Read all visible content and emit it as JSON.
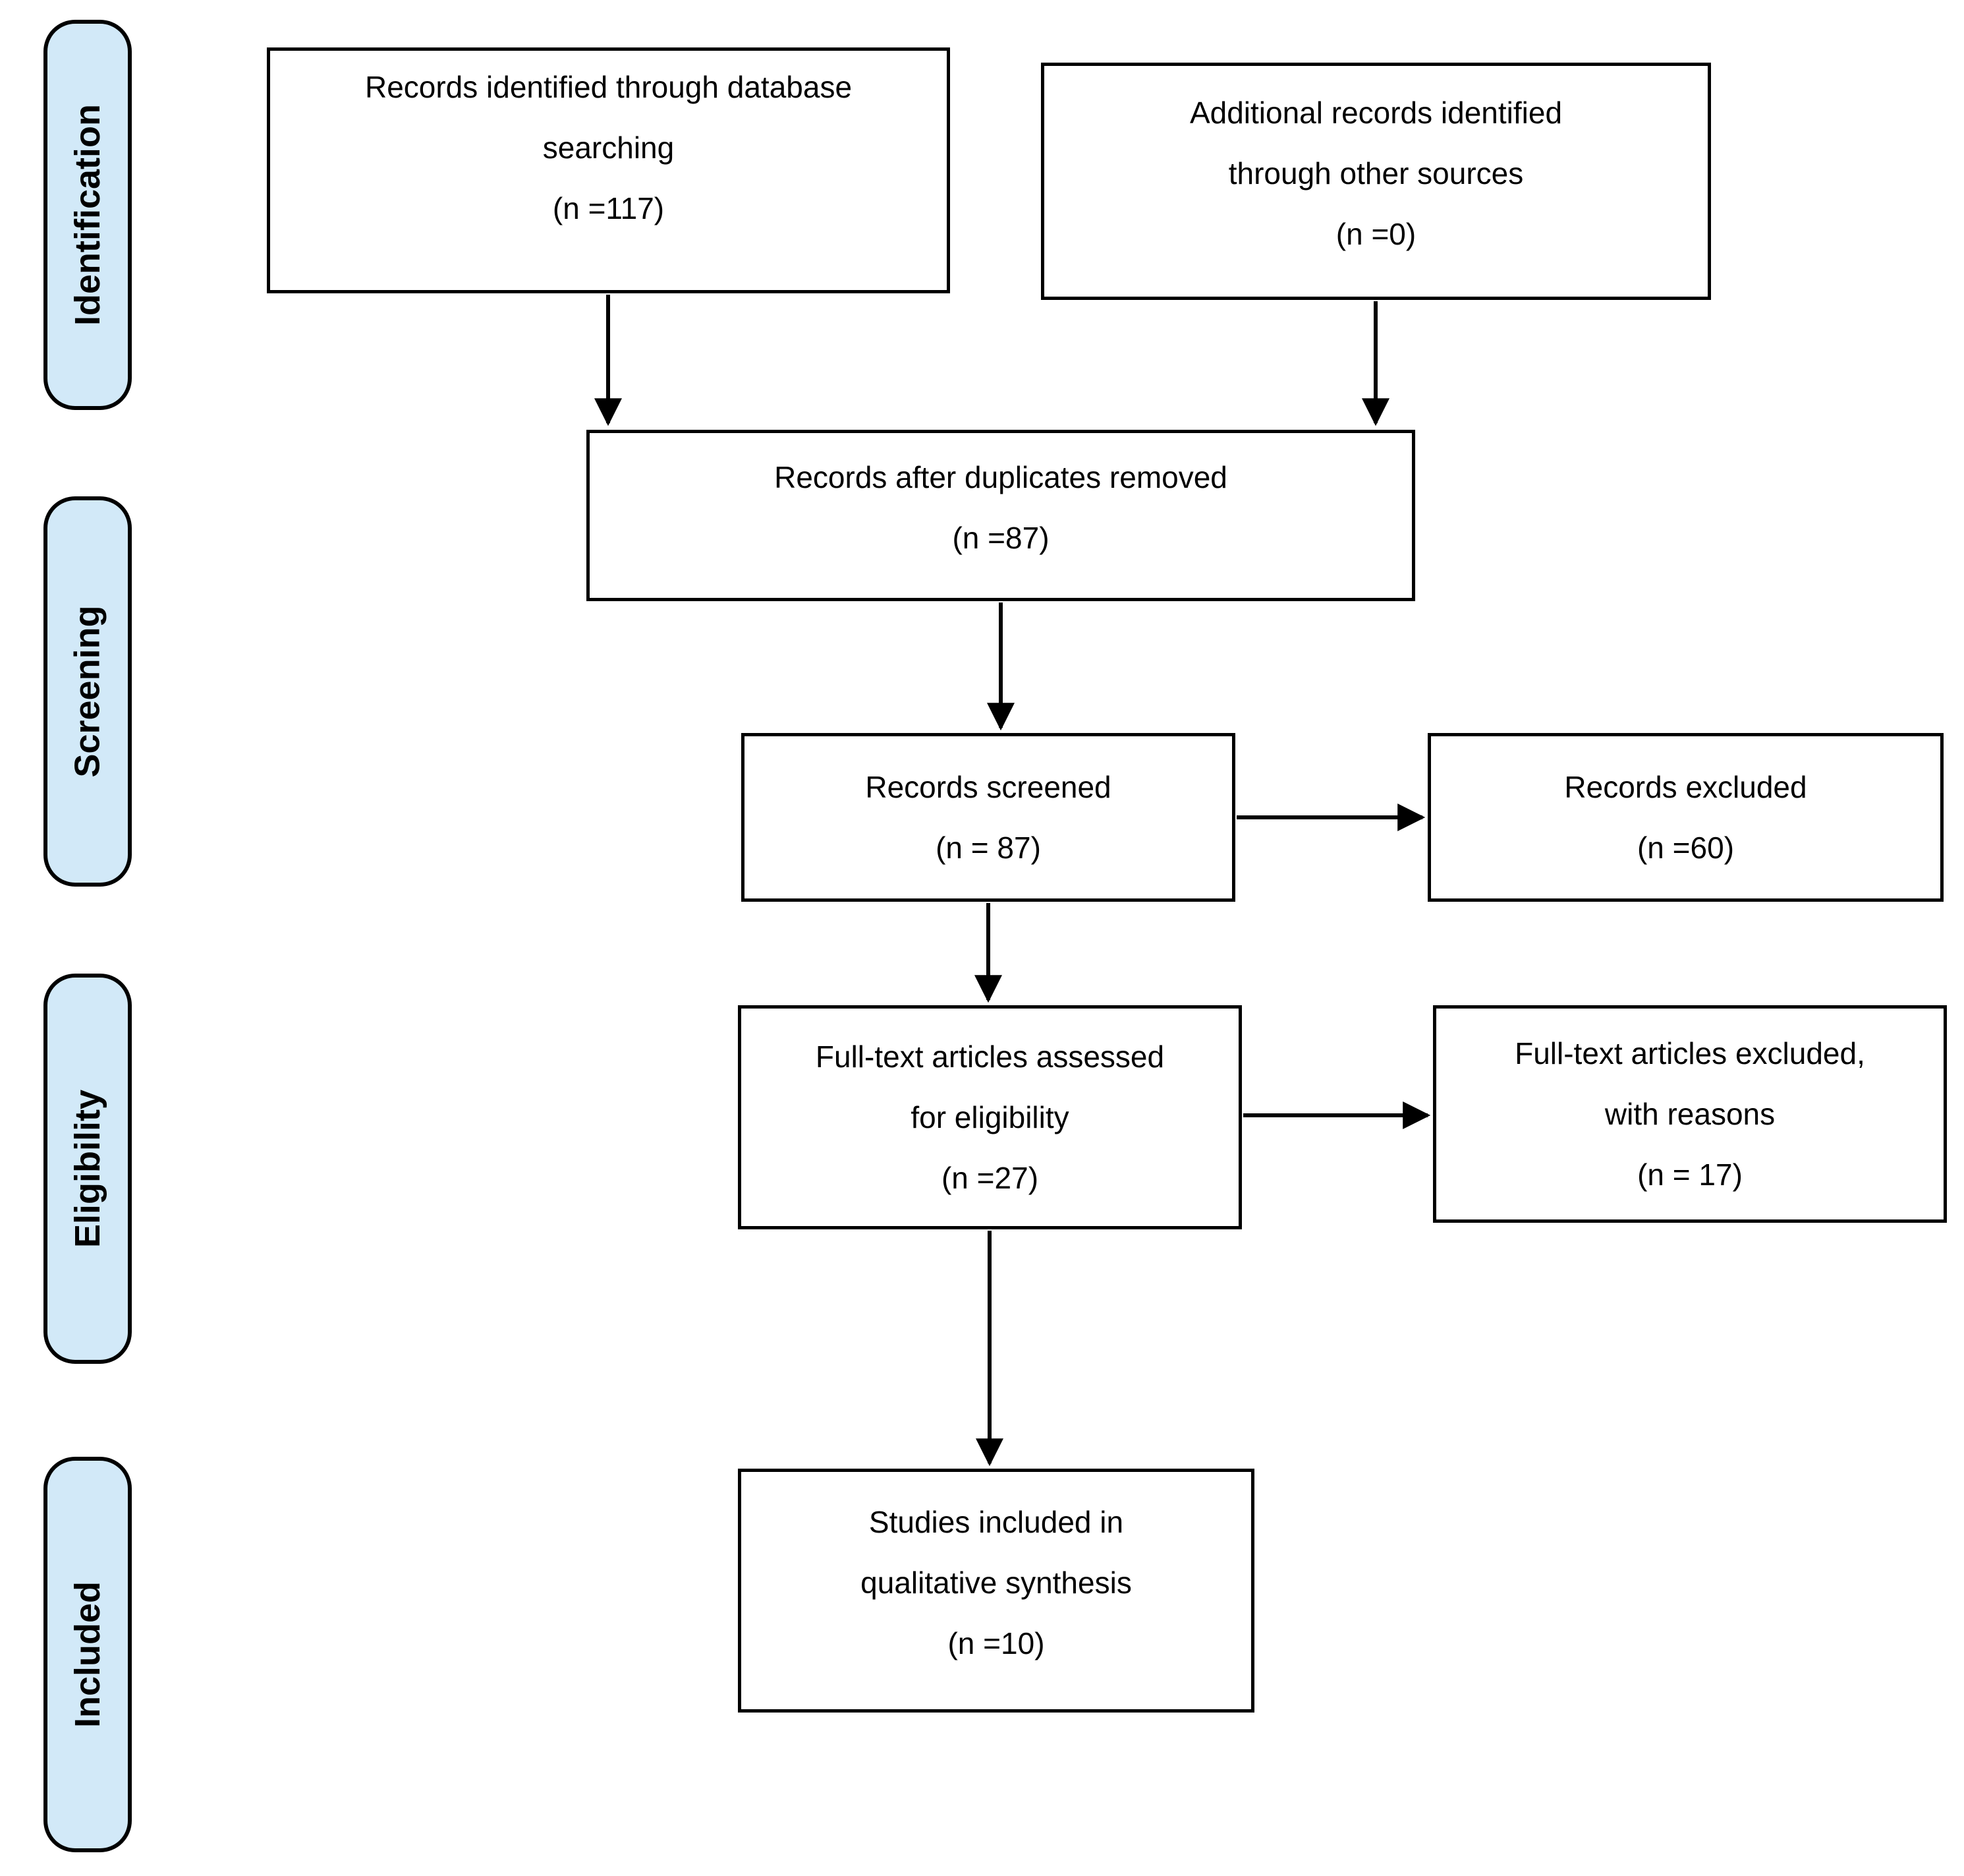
{
  "page": {
    "background": "#ffffff"
  },
  "colors": {
    "page_bg": "#ffffff",
    "stage_fill": "#d2e9f8",
    "stage_border": "#000000",
    "box_fill": "#ffffff",
    "box_border": "#000000",
    "arrow": "#000000"
  },
  "sidebar": {
    "stages": [
      {
        "label": "Identification"
      },
      {
        "label": "Screening"
      },
      {
        "label": "Eligibility"
      },
      {
        "label": "Included"
      }
    ]
  },
  "flow": {
    "records_identified": {
      "lines": [
        "Records identified through database",
        "searching",
        "(n =117)"
      ],
      "count": 117
    },
    "additional_records": {
      "lines": [
        "Additional records identified",
        "through other sources",
        "(n =0)"
      ],
      "count": 0
    },
    "duplicates_removed": {
      "lines": [
        "Records after duplicates removed",
        "(n =87)"
      ],
      "count": 87
    },
    "records_screened": {
      "lines": [
        "Records screened",
        "(n = 87)"
      ],
      "count": 87
    },
    "records_excluded": {
      "lines": [
        "Records excluded",
        "(n =60)"
      ],
      "count": 60
    },
    "fulltext_assessed": {
      "lines": [
        "Full-text articles assessed",
        "for eligibility",
        "(n =27)"
      ],
      "count": 27
    },
    "fulltext_excluded": {
      "lines": [
        "Full-text articles excluded,",
        "with reasons",
        "(n = 17)"
      ],
      "count": 17
    },
    "studies_included": {
      "lines": [
        "Studies included in",
        "qualitative synthesis",
        "(n =10)"
      ],
      "count": 10
    }
  }
}
